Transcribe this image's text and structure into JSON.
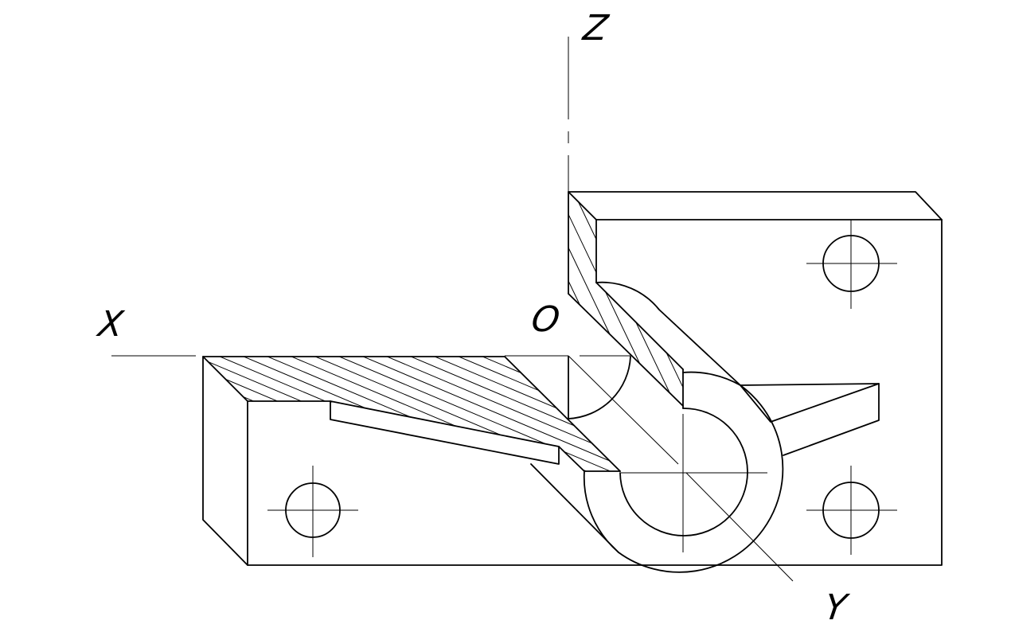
{
  "axes": {
    "z": "Z",
    "x": "X",
    "origin": "O",
    "y": "Y"
  },
  "colors": {
    "line": "#000000",
    "background": "#ffffff"
  }
}
